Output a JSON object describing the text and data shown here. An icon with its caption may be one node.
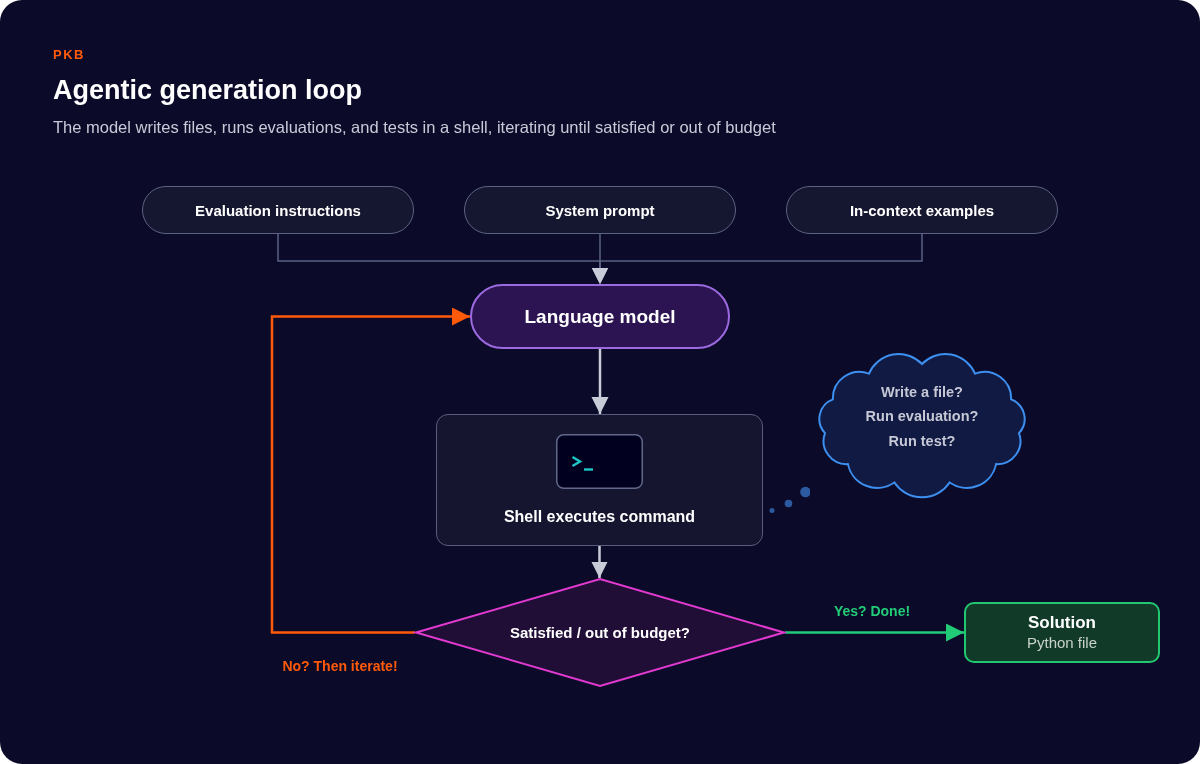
{
  "diagram": {
    "title": "Agentic generation loop",
    "caption": "The model writes files, runs evaluations, and tests in a shell, iterating until satisfied or out of budget",
    "nodes": [
      {
        "text": [
          "Evaluation instructions"
        ]
      },
      {
        "text": [
          "System prompt"
        ]
      },
      {
        "text": [
          "In-context examples"
        ]
      },
      {
        "text": [
          "Language model"
        ]
      },
      {
        "text": [
          "Shell executes command"
        ]
      },
      {
        "text": [
          "Write a file?",
          "Run evaluation?",
          "Run test?"
        ]
      },
      {
        "text": [
          "Satisfied / out of budget?"
        ]
      },
      {
        "text": [
          "Solution",
          "Python file"
        ]
      }
    ],
    "edges": [
      {
        "from": 0,
        "to": 3,
        "arrow": "to"
      },
      {
        "from": 1,
        "to": 3,
        "arrow": "to"
      },
      {
        "from": 2,
        "to": 3,
        "arrow": "to"
      },
      {
        "from": 3,
        "to": 4,
        "arrow": "to",
        "color": "#c8ccd8"
      },
      {
        "from": 4,
        "to": 6,
        "arrow": "to",
        "color": "#c8ccd8"
      },
      {
        "from": 6,
        "to": 7,
        "arrow": "to",
        "label": "Yes? Done!",
        "color": "#22cc77"
      },
      {
        "from": 6,
        "to": 3,
        "arrow": "to",
        "label": "No? Then iterate!",
        "color": "#ff5a0a"
      }
    ],
    "labels": [
      "PKB"
    ]
  }
}
